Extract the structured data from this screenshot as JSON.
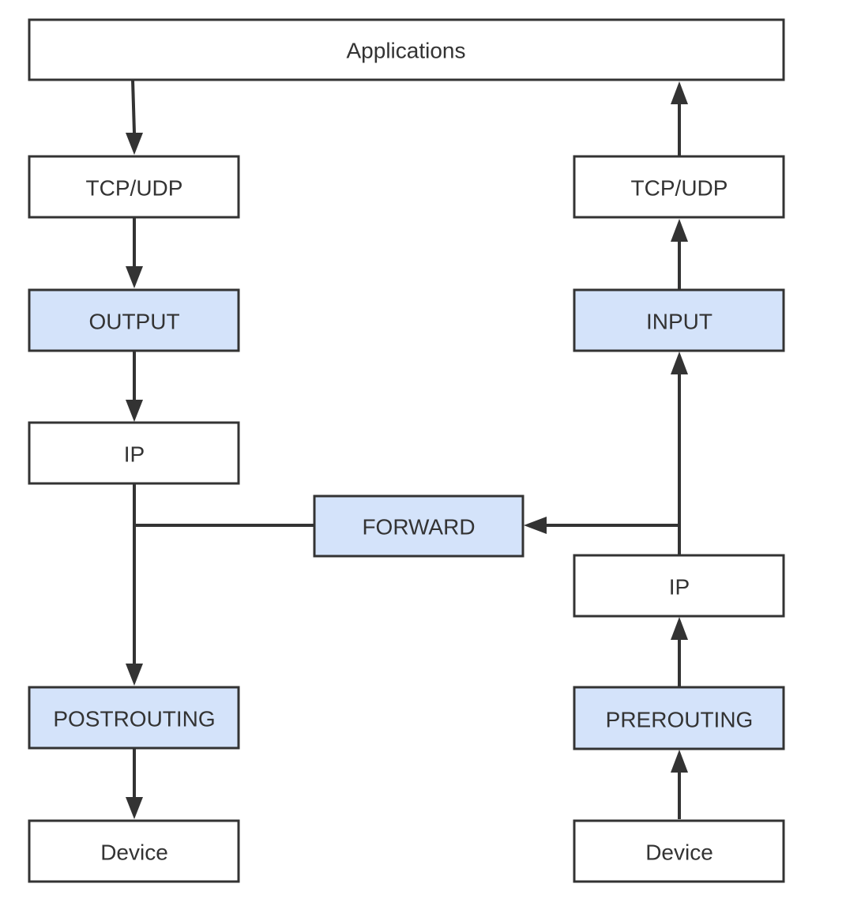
{
  "colors": {
    "hook_fill": "#d4e3fa",
    "plain_fill": "#ffffff",
    "stroke": "#333333",
    "text": "#333333"
  },
  "nodes": {
    "applications": "Applications",
    "out_tcp_udp": "TCP/UDP",
    "output": "OUTPUT",
    "out_ip": "IP",
    "postrouting": "POSTROUTING",
    "out_device": "Device",
    "in_tcp_udp": "TCP/UDP",
    "input": "INPUT",
    "forward": "FORWARD",
    "in_ip": "IP",
    "prerouting": "PREROUTING",
    "in_device": "Device"
  }
}
